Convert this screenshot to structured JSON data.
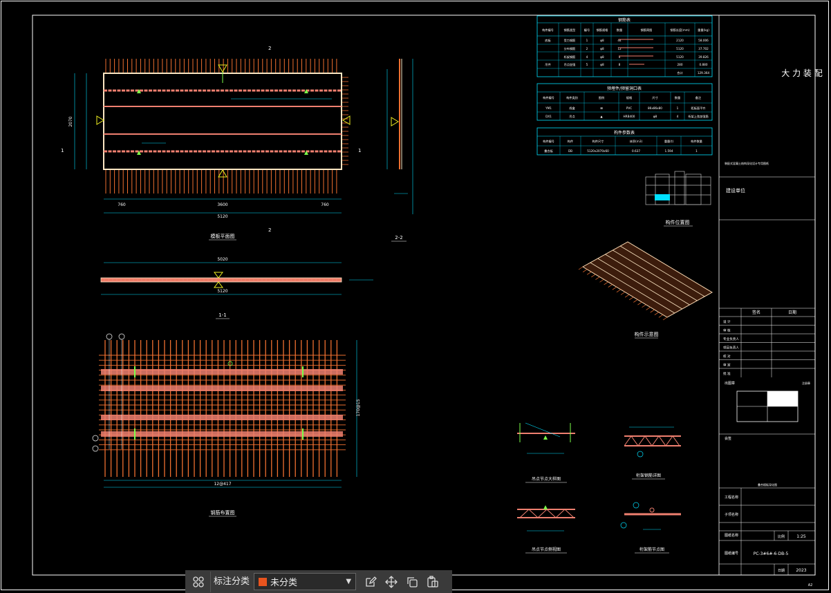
{
  "drawing": {
    "plan_title": "模板平面图",
    "section_title": "钢筋布置图",
    "view_11": "1-1",
    "view_22": "2-2",
    "iso_title": "构件示意图",
    "loc_title": "构件位置图",
    "detail_titles": [
      "吊点节点大样图",
      "桁架钢筋详图",
      "吊点节点侧视图",
      "桁架筋节点图"
    ],
    "dims": {
      "plan_total": "5120",
      "plan_mid": "3600",
      "plan_left": "760",
      "plan_right": "760",
      "plan_height": "2070",
      "sec_total": "5020",
      "sec_bottom": "5120",
      "bottom_total": "12@417",
      "bottom_side": "170@15"
    },
    "cutmarks": [
      "2",
      "2",
      "1",
      "1"
    ]
  },
  "tables": {
    "rebar_title": "钢筋表",
    "rebar_headers": [
      "构件编号",
      "钢筋类型",
      "编号",
      "钢筋规格",
      "数量",
      "钢筋简图",
      "钢筋长度(mm)",
      "重量(kg)"
    ],
    "rebar_rows": [
      [
        "底板",
        "受力钢筋",
        "1",
        "φ8",
        "44",
        "",
        "2120",
        "58.006"
      ],
      [
        "",
        "分布钢筋",
        "2",
        "φ8",
        "12",
        "",
        "5120",
        "37.702"
      ],
      [
        "",
        "桁架钢筋",
        "4",
        "φ8",
        "4",
        "",
        "5120",
        "39.826"
      ],
      [
        "吊件",
        "吊点加强",
        "5",
        "φ8",
        "8",
        "",
        "280",
        "0.880"
      ],
      [
        "",
        "",
        "",
        "",
        "",
        "",
        "合计",
        "129.364"
      ]
    ],
    "embed_title": "预埋件/预留洞口表",
    "embed_headers": [
      "构件编号",
      "构件类别",
      "图例",
      "规格",
      "尺寸",
      "数量",
      "备注"
    ],
    "embed_rows": [
      [
        "YM1",
        "线盒",
        "⊠",
        "PVC",
        "86x86x80",
        "1",
        "距板面平齐"
      ],
      [
        "DX1",
        "吊点",
        "▲",
        "HRB400",
        "φ8",
        "4",
        "桁架上弦加强筋"
      ]
    ],
    "param_title": "构件参数表",
    "param_headers": [
      "构件编号",
      "构件",
      "构件尺寸",
      "体积(m3)",
      "重量(t)",
      "构件数量"
    ],
    "param_rows": [
      [
        "叠合板",
        "DB",
        "5120x2070x60",
        "0.637",
        "1.594",
        "1"
      ]
    ]
  },
  "titleblock": {
    "company": "大 力 装 配",
    "note": "装配式混凝土结构深化设计专用图纸",
    "build_unit": "建设单位",
    "sign_headers": [
      "签名",
      "日期"
    ],
    "sign_rows": [
      "设 计",
      "审 核",
      "专业负责人",
      "项目负责人",
      "校 对",
      "审 定",
      "批 准"
    ],
    "stamp_label": "出图章",
    "stamp_note": "注册章",
    "seal_label": "会签",
    "project_name": "叠合楼板深化图",
    "proj_label": "工程名称",
    "subproj_label": "子项名称",
    "drawing_label": "图纸名称",
    "scale_label": "比例",
    "scale": "1:25",
    "drawno_label": "图纸编号",
    "drawno": "PC-3#6#-6-DB-5",
    "date_label": "日期",
    "date": "2023",
    "page": "A2"
  },
  "toolbar": {
    "label": "标注分类",
    "selected": "未分类",
    "swatch_color": "#e8541e"
  },
  "colors": {
    "panel": "#fce7c4",
    "rebar": "#f08070",
    "orange": "#f07030",
    "cyan": "#00e0ff",
    "green": "#7dff4a",
    "yellow": "#f0f020",
    "frame": "#ffffff"
  }
}
